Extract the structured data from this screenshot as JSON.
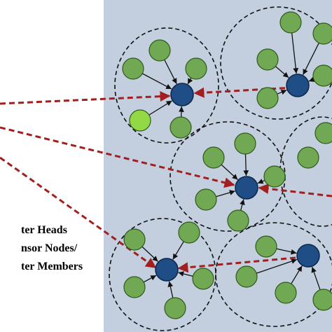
{
  "colors": {
    "panel_bg": "#c3cfdf",
    "member_fill": "#71a853",
    "member_stroke": "#2f5a1a",
    "highlight_member_fill": "#93d845",
    "head_fill": "#1f4d86",
    "head_stroke": "#0c2548",
    "route_line": "#a31e1e",
    "cluster_border": "#111111",
    "edge": "#111111"
  },
  "legend": {
    "cluster_heads_label": "ter Heads",
    "sensor_nodes_label_line1": "nsor Nodes/",
    "sensor_nodes_label_line2": "ter Members"
  }
}
